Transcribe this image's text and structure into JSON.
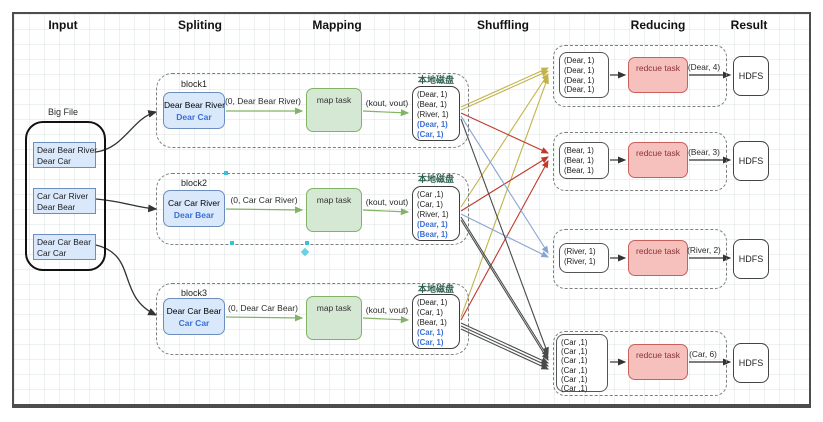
{
  "headers": {
    "input": "Input",
    "splitting": "Spliting",
    "mapping": "Mapping",
    "shuffling": "Shuffling",
    "reducing": "Reducing",
    "result": "Result"
  },
  "input": {
    "file_label": "Big File",
    "chunks": [
      {
        "line1": "Dear Bear River",
        "line2": "Dear Car"
      },
      {
        "line1": "Car Car River",
        "line2": "Dear Bear"
      },
      {
        "line1": "Dear Car Bear",
        "line2": "Car Car"
      }
    ]
  },
  "rows": [
    {
      "block": "block1",
      "split_black": "Dear Bear River",
      "split_blue": "Dear Car",
      "split_arrow": "(0, Dear Bear River)",
      "map_task": "map task",
      "kv": "(kout, vout)",
      "disk_title": "本地磁盘",
      "disk": [
        {
          "t": "(Dear, 1)"
        },
        {
          "t": "(Bear, 1)"
        },
        {
          "t": "(River, 1)"
        },
        {
          "t": "(Dear, 1)"
        },
        {
          "t": "(Car, 1)"
        }
      ]
    },
    {
      "block": "block2",
      "split_black": "Car Car River",
      "split_blue": "Dear Bear",
      "split_arrow": "(0, Car Car River)",
      "map_task": "map task",
      "kv": "(kout, vout)",
      "disk_title": "本地磁盘",
      "disk": [
        {
          "t": "(Car ,1)"
        },
        {
          "t": "(Car, 1)"
        },
        {
          "t": "(River, 1)"
        },
        {
          "t": "(Dear, 1)"
        },
        {
          "t": "(Bear, 1)"
        }
      ]
    },
    {
      "block": "block3",
      "split_black": "Dear Car Bear",
      "split_blue": "Car Car",
      "split_arrow": "(0, Dear Car Bear)",
      "map_task": "map task",
      "kv": "(kout, vout)",
      "disk_title": "本地磁盘",
      "disk": [
        {
          "t": "(Dear, 1)"
        },
        {
          "t": "(Car, 1)"
        },
        {
          "t": "(Bear, 1)"
        },
        {
          "t": "(Car, 1)"
        },
        {
          "t": "(Car, 1)"
        }
      ]
    }
  ],
  "reducers": [
    {
      "inputs": [
        "(Dear, 1)",
        "(Dear, 1)",
        "(Dear, 1)",
        "(Dear, 1)"
      ],
      "task": "redcue task",
      "output": "(Dear, 4)",
      "result": "HDFS"
    },
    {
      "inputs": [
        "(Bear, 1)",
        "(Bear, 1)",
        "(Bear, 1)"
      ],
      "task": "redcue task",
      "output": "(Bear, 3)",
      "result": "HDFS"
    },
    {
      "inputs": [
        "(River, 1)",
        "(River, 1)"
      ],
      "task": "redcue task",
      "output": "(River, 2)",
      "result": "HDFS"
    },
    {
      "inputs": [
        "(Car ,1)",
        "(Car ,1)",
        "(Car ,1)",
        "(Car ,1)",
        "(Car ,1)",
        "(Car ,1)"
      ],
      "task": "redcue task",
      "output": "(Car, 6)",
      "result": "HDFS"
    }
  ],
  "colors": {
    "node_blue_fill": "#dae8fc",
    "node_blue_border": "#6c8ebf",
    "node_green_fill": "#d5e8d4",
    "node_green_border": "#82b366",
    "node_pink_fill": "#f6c0bd",
    "node_pink_border": "#c9605c",
    "blue_text": "#3b6fd4",
    "shuffle_dear_yellow": "#c3b24a",
    "shuffle_bear_red": "#c0392b",
    "shuffle_river_blue": "#88a4d0",
    "shuffle_car_black": "#4a4a4a"
  }
}
